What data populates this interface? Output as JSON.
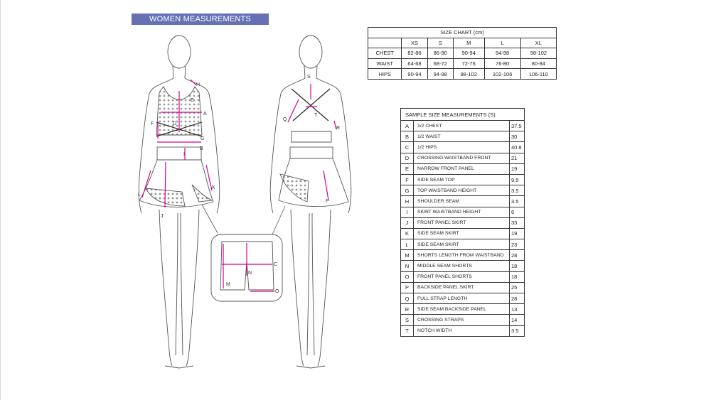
{
  "title": "WOMEN MEASUREMENTS",
  "size_chart": {
    "caption": "SIZE CHART (cm)",
    "sizes": [
      "XS",
      "S",
      "M",
      "L",
      "XL"
    ],
    "rows": [
      {
        "label": "CHEST",
        "values": [
          "82-86",
          "86-90",
          "90-94",
          "94-98",
          "98-102"
        ]
      },
      {
        "label": "WAIST",
        "values": [
          "64-68",
          "68-72",
          "72-76",
          "76-80",
          "80-84"
        ]
      },
      {
        "label": "HIPS",
        "values": [
          "90-94",
          "94-98",
          "98-102",
          "102-106",
          "106-110"
        ]
      }
    ]
  },
  "sample": {
    "caption": "SAMPLE SIZE MEASUREMENTS (S)",
    "rows": [
      {
        "letter": "A",
        "name": "1/2 CHEST",
        "value": "37.5"
      },
      {
        "letter": "B",
        "name": "1/2 WAIST",
        "value": "30"
      },
      {
        "letter": "C",
        "name": "1/2 HIPS",
        "value": "40.8"
      },
      {
        "letter": "D",
        "name": "CROSSING WAISTBAND FRONT",
        "value": "21"
      },
      {
        "letter": "E",
        "name": "NARROW FRONT PANEL",
        "value": "19"
      },
      {
        "letter": "F",
        "name": "SIDE SEAM TOP",
        "value": "9.5"
      },
      {
        "letter": "G",
        "name": "TOP WAISTBAND HEIGHT",
        "value": "3.5"
      },
      {
        "letter": "H",
        "name": "SHOULDER SEAM",
        "value": "3.5"
      },
      {
        "letter": "I",
        "name": "SKIRT WAISTBAND HEIGHT",
        "value": "6"
      },
      {
        "letter": "J",
        "name": "FRONT PANEL SKIRT",
        "value": "33"
      },
      {
        "letter": "K",
        "name": "SIDE SEAM SKIRT",
        "value": "19"
      },
      {
        "letter": "L",
        "name": "SIDE SEAM SKIRT",
        "value": "23"
      },
      {
        "letter": "M",
        "name": "SHORTS LENGTH FROM WAISTBAND",
        "value": "28"
      },
      {
        "letter": "N",
        "name": "MIDDLE SEAM SHORTS",
        "value": "18"
      },
      {
        "letter": "O",
        "name": "FRONT PANEL SHORTS",
        "value": "18"
      },
      {
        "letter": "P",
        "name": "BACKSIDE PANEL SKIRT",
        "value": "25"
      },
      {
        "letter": "Q",
        "name": "FULL STRAP LENGTH",
        "value": "28"
      },
      {
        "letter": "R",
        "name": "SIDE SEAM BACKSIDE PANEL",
        "value": "13"
      },
      {
        "letter": "S",
        "name": "CROSSING STRAPS",
        "value": "14"
      },
      {
        "letter": "T",
        "name": "NOTCH WIDTH",
        "value": "3.5"
      }
    ]
  },
  "figure_labels": {
    "front": [
      "H",
      "E",
      "A",
      "F",
      "D",
      "G",
      "B",
      "I",
      "J",
      "K",
      "L"
    ],
    "back": [
      "S",
      "T",
      "Q",
      "R",
      "P"
    ],
    "shorts": [
      "C",
      "N",
      "M",
      "O"
    ]
  },
  "colors": {
    "title_bar": "#6671b5",
    "measure_line": "#d6008f",
    "sketch": "#555555"
  }
}
